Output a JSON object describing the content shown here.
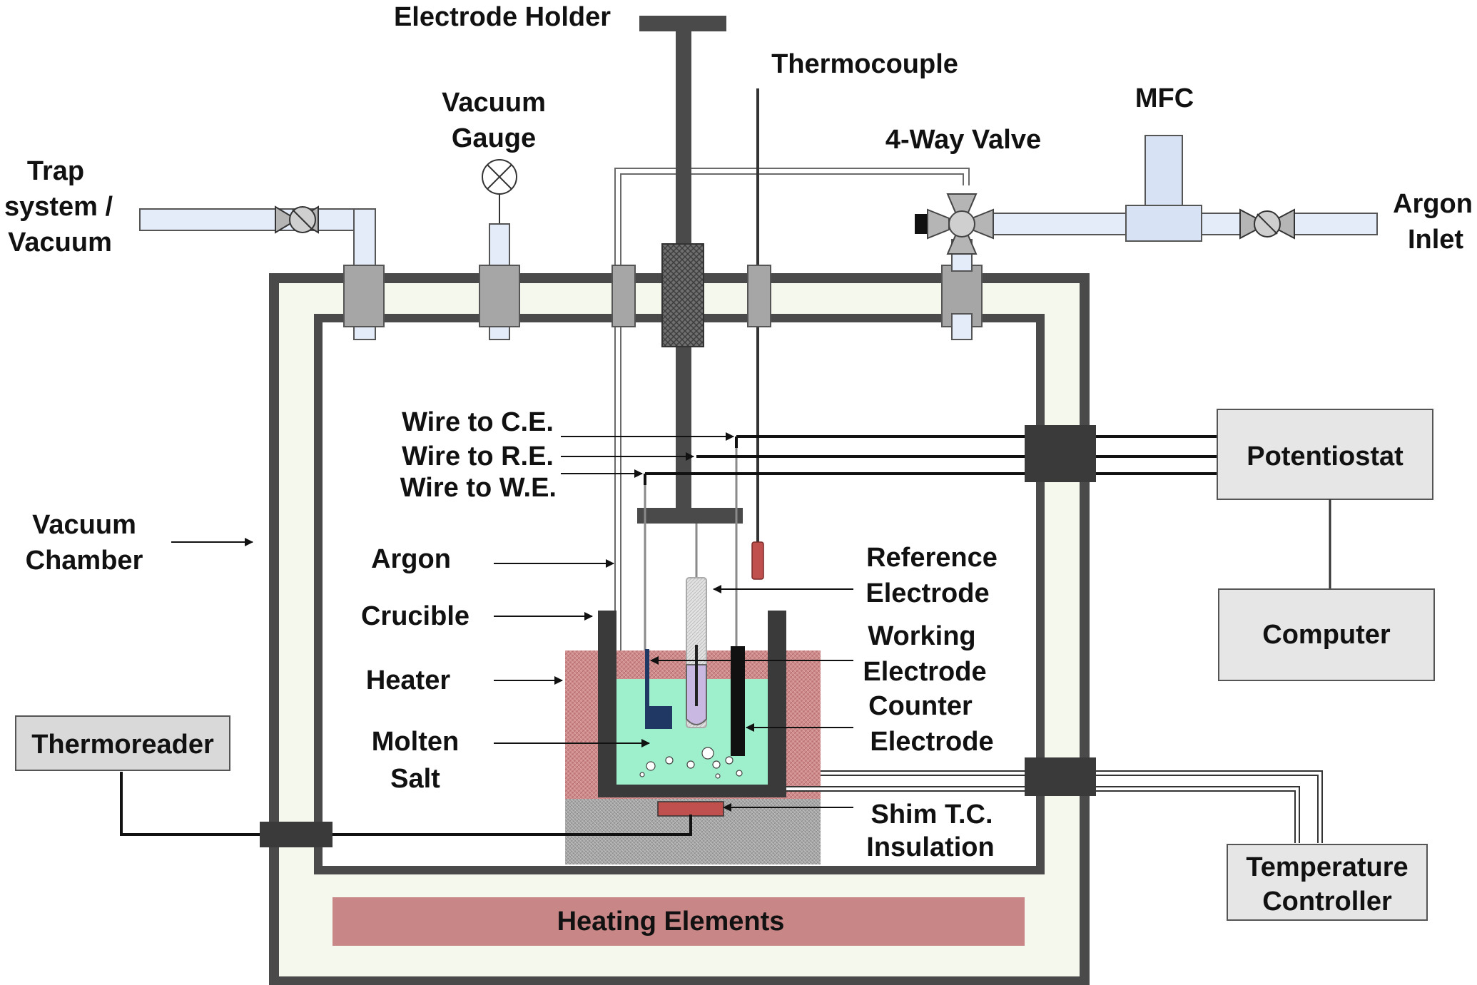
{
  "labels": {
    "electrode_holder": "Electrode Holder",
    "thermocouple": "Thermocouple",
    "vacuum_gauge": [
      "Vacuum",
      "Gauge"
    ],
    "mfc": "MFC",
    "four_way_valve": "4-Way Valve",
    "trap_system": [
      "Trap",
      "system /",
      "Vacuum"
    ],
    "argon_inlet": [
      "Argon",
      "Inlet"
    ],
    "wire_ce": "Wire to C.E.",
    "wire_re": "Wire to R.E.",
    "wire_we": "Wire to W.E.",
    "vacuum_chamber": [
      "Vacuum",
      "Chamber"
    ],
    "argon": "Argon",
    "crucible": "Crucible",
    "heater": "Heater",
    "molten_salt": [
      "Molten",
      "Salt"
    ],
    "reference_electrode": [
      "Reference",
      "Electrode"
    ],
    "working_electrode": [
      "Working",
      "Electrode"
    ],
    "counter_electrode": [
      "Counter",
      "Electrode"
    ],
    "shim_tc": "Shim T.C.",
    "insulation": "Insulation",
    "heating_elements": "Heating Elements",
    "potentiostat": "Potentiostat",
    "computer": "Computer",
    "thermoreader": "Thermoreader",
    "temperature_controller": [
      "Temperature",
      "Controller"
    ]
  },
  "colors": {
    "chamber_wall": "#4a4a4a",
    "insulation_fill": "#f5f8ec",
    "pipe_fill": "#e3ecf8",
    "flange": "#a6a6a6",
    "heater": "#c98686",
    "heating_elements": "#c98686",
    "molten_salt": "#9ef0cc",
    "instrument_box": "#e6e6e6",
    "thermoreader_box": "#d9d9d9",
    "thermocouple_tip": "#c0504d",
    "working_electrode": "#1f3864",
    "reference_tube": "#d0c8e4"
  }
}
